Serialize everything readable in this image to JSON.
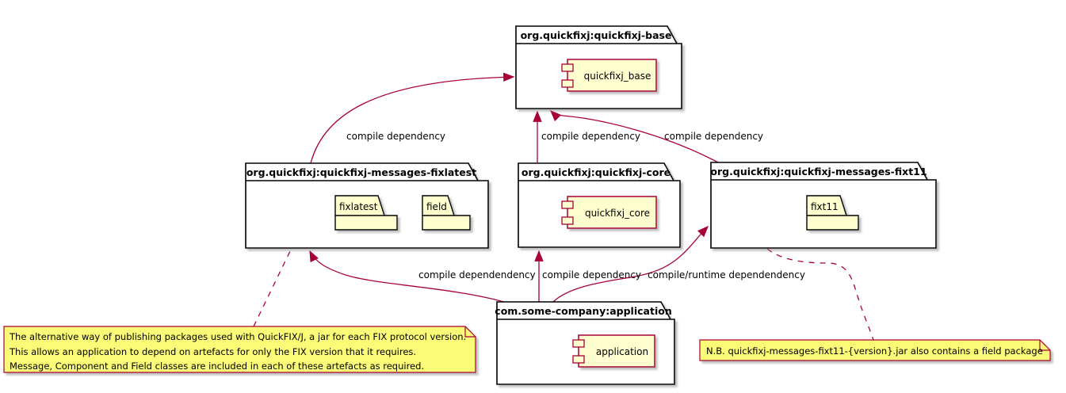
{
  "colors": {
    "accent": "#A80036",
    "shape_fill": "#FEFECE",
    "note_fill": "#FBFB77",
    "package_fill": "#FFFFFF",
    "outline": "#000000"
  },
  "packages": {
    "base": "org.quickfixj:quickfixj-base",
    "fixlatest": "org.quickfixj:quickfixj-messages-fixlatest",
    "core": "org.quickfixj:quickfixj-core",
    "fixt11": "org.quickfixj:quickfixj-messages-fixt11",
    "application": "com.some-company:application"
  },
  "components": {
    "base": "quickfixj_base",
    "core": "quickfixj_core",
    "application": "application"
  },
  "folders": {
    "fixlatest": "fixlatest",
    "field": "field",
    "fixt11": "fixt11"
  },
  "edge_labels": {
    "fixlatest_to_base": "compile dependency",
    "core_to_base": "compile dependency",
    "fixt11_to_base": "compile dependency",
    "app_to_fixlatest": "compile dependendency",
    "app_to_core": "compile dependency",
    "app_to_fixt11": "compile/runtime dependendency"
  },
  "notes": {
    "left": {
      "line1": "The alternative way of publishing packages used with QuickFIX/J, a jar for each FIX protocol version.",
      "line2": "This allows an application to depend on artefacts for only the FIX version that it requires.",
      "line3": "Message, Component and Field classes are included in each of these artefacts as required."
    },
    "right": "N.B. quickfixj-messages-fixt11-{version}.jar also contains a field package"
  }
}
